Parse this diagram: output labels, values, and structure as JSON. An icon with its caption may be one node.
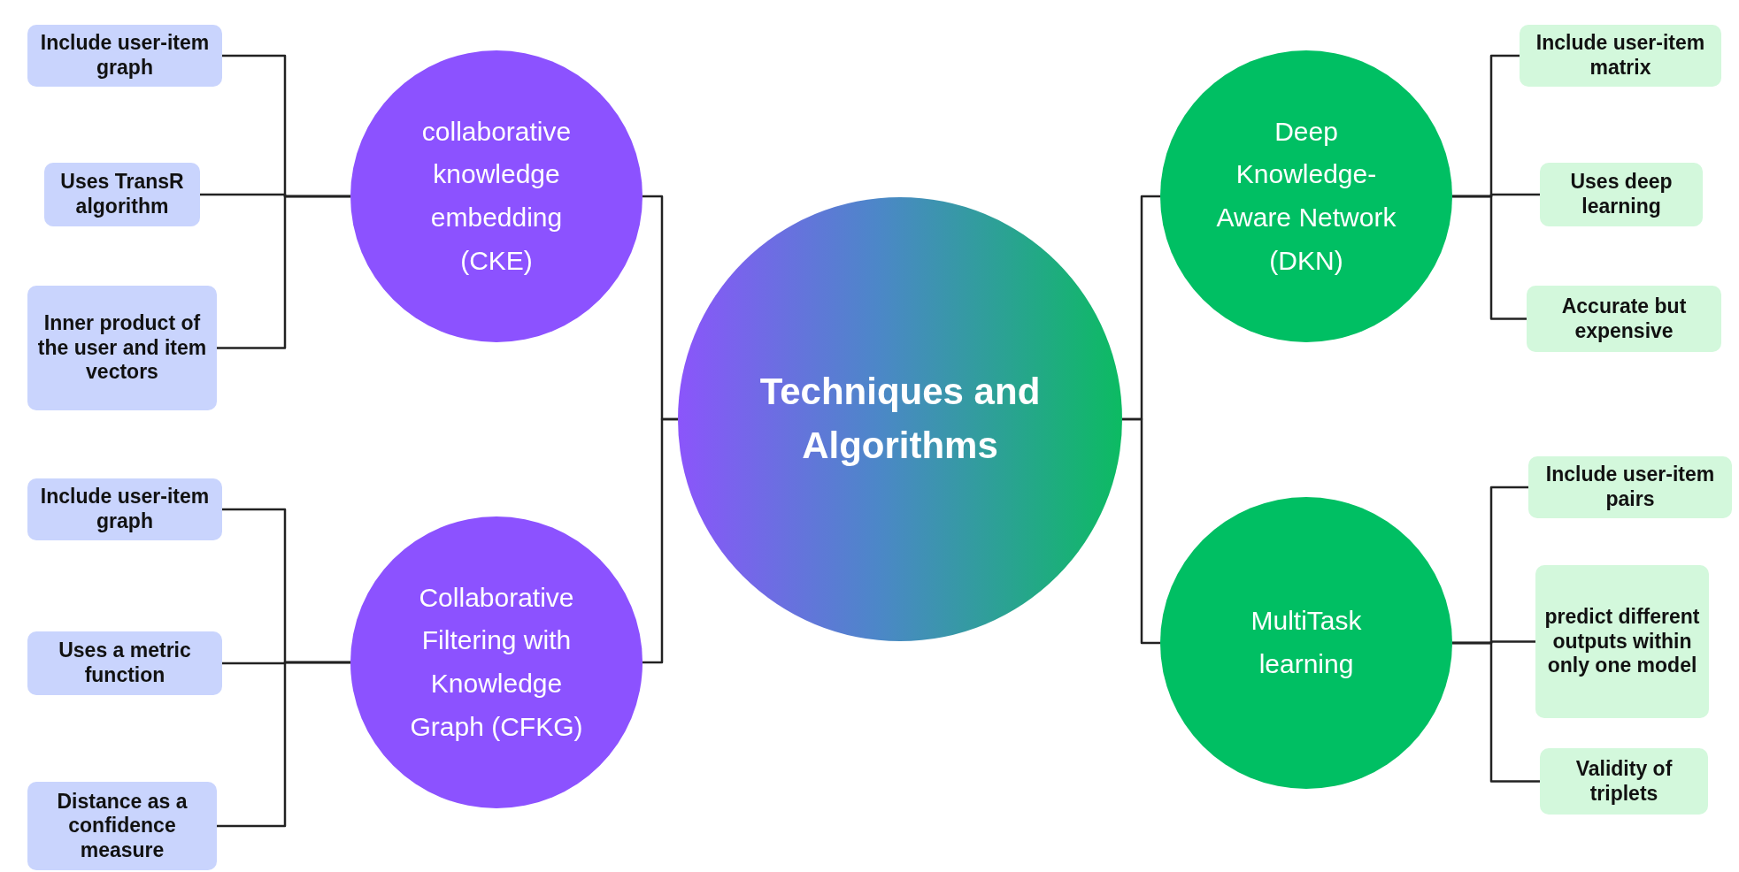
{
  "diagram": {
    "nodes": [
      {
        "text": [
          "Techniques and Algorithms"
        ]
      },
      {
        "text": [
          "collaborative knowledge embedding (CKE)"
        ]
      },
      {
        "text": [
          "Include user-item graph"
        ]
      },
      {
        "text": [
          "Uses TransR algorithm"
        ]
      },
      {
        "text": [
          "Inner product of the user and item vectors"
        ]
      },
      {
        "text": [
          "Collaborative Filtering with Knowledge Graph (CFKG)"
        ]
      },
      {
        "text": [
          "Include user-item graph"
        ]
      },
      {
        "text": [
          "Uses a metric function"
        ]
      },
      {
        "text": [
          "Distance as a confidence measure"
        ]
      },
      {
        "text": [
          "Deep Knowledge-Aware Network (DKN)"
        ]
      },
      {
        "text": [
          "Include user-item matrix"
        ]
      },
      {
        "text": [
          "Uses deep learning"
        ]
      },
      {
        "text": [
          "Accurate but expensive"
        ]
      },
      {
        "text": [
          "MultiTask learning"
        ]
      },
      {
        "text": [
          "Include user-item pairs"
        ]
      },
      {
        "text": [
          "predict different outputs within only one model"
        ]
      },
      {
        "text": [
          "Validity of triplets"
        ]
      }
    ],
    "edges": [
      {
        "from": 0,
        "to": 1,
        "arrow": "none"
      },
      {
        "from": 0,
        "to": 5,
        "arrow": "none"
      },
      {
        "from": 0,
        "to": 9,
        "arrow": "none"
      },
      {
        "from": 0,
        "to": 13,
        "arrow": "none"
      },
      {
        "from": 1,
        "to": 2,
        "arrow": "none"
      },
      {
        "from": 1,
        "to": 3,
        "arrow": "none"
      },
      {
        "from": 1,
        "to": 4,
        "arrow": "none"
      },
      {
        "from": 5,
        "to": 6,
        "arrow": "none"
      },
      {
        "from": 5,
        "to": 7,
        "arrow": "none"
      },
      {
        "from": 5,
        "to": 8,
        "arrow": "none"
      },
      {
        "from": 9,
        "to": 10,
        "arrow": "none"
      },
      {
        "from": 9,
        "to": 11,
        "arrow": "none"
      },
      {
        "from": 9,
        "to": 12,
        "arrow": "none"
      },
      {
        "from": 13,
        "to": 14,
        "arrow": "none"
      },
      {
        "from": 13,
        "to": 15,
        "arrow": "none"
      },
      {
        "from": 13,
        "to": 16,
        "arrow": "none"
      }
    ]
  }
}
